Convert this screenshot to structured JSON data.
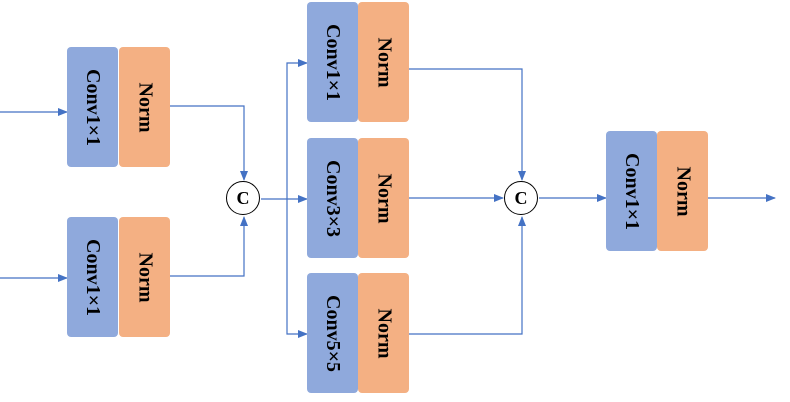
{
  "colors": {
    "conv_fill": "#8fa9dc",
    "norm_fill": "#f4b083",
    "arrow": "#4472c4"
  },
  "blocks": {
    "input_top": {
      "conv_label": "Conv1×1",
      "norm_label": "Norm"
    },
    "input_bottom": {
      "conv_label": "Conv1×1",
      "norm_label": "Norm"
    },
    "branch_1x1": {
      "conv_label": "Conv1×1",
      "norm_label": "Norm"
    },
    "branch_3x3": {
      "conv_label": "Conv3×3",
      "norm_label": "Norm"
    },
    "branch_5x5": {
      "conv_label": "Conv5×5",
      "norm_label": "Norm"
    },
    "output": {
      "conv_label": "Conv1×1",
      "norm_label": "Norm"
    }
  },
  "concat_nodes": {
    "first": {
      "label": "C"
    },
    "second": {
      "label": "C"
    }
  }
}
